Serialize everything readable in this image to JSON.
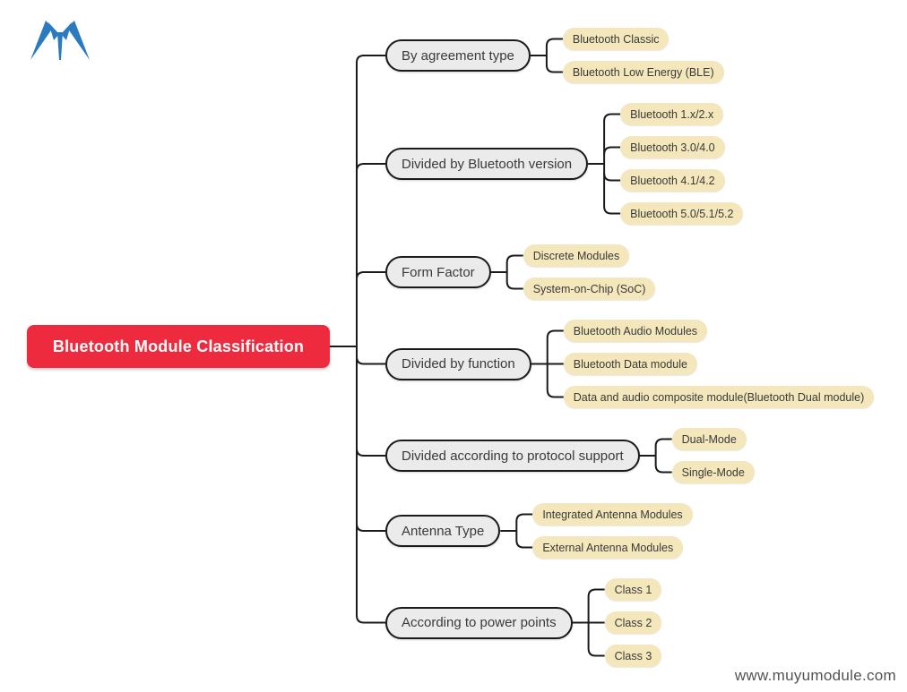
{
  "page": {
    "background": "#ffffff",
    "watermark": "www.muyumodule.com"
  },
  "logo": {
    "icon": "m-logo-icon",
    "color": "#2b7ac0"
  },
  "colors": {
    "root_bg": "#ee2b3e",
    "root_text": "#ffffff",
    "branch_bg": "#ebebeb",
    "branch_border": "#1a1a1a",
    "branch_text": "#3a3a3a",
    "leaf_bg": "#f3e7bb",
    "leaf_text": "#3a3a3a",
    "connector": "#1a1a1a"
  },
  "mindmap": {
    "root": "Bluetooth Module Classification",
    "branches": [
      {
        "label": "By agreement type",
        "children": [
          "Bluetooth Classic",
          "Bluetooth Low Energy (BLE)"
        ]
      },
      {
        "label": "Divided by Bluetooth version",
        "children": [
          "Bluetooth 1.x/2.x",
          "Bluetooth 3.0/4.0",
          "Bluetooth 4.1/4.2",
          "Bluetooth 5.0/5.1/5.2"
        ]
      },
      {
        "label": "Form Factor",
        "children": [
          "Discrete Modules",
          "System-on-Chip (SoC)"
        ]
      },
      {
        "label": "Divided by function",
        "children": [
          "Bluetooth Audio Modules",
          "Bluetooth Data module",
          "Data and audio composite module(Bluetooth Dual module)"
        ]
      },
      {
        "label": "Divided according to protocol support",
        "children": [
          "Dual-Mode",
          "Single-Mode"
        ]
      },
      {
        "label": "Antenna Type",
        "children": [
          "Integrated Antenna Modules",
          "External Antenna Modules"
        ]
      },
      {
        "label": "According to power points",
        "children": [
          "Class 1",
          "Class 2",
          "Class 3"
        ]
      }
    ]
  }
}
